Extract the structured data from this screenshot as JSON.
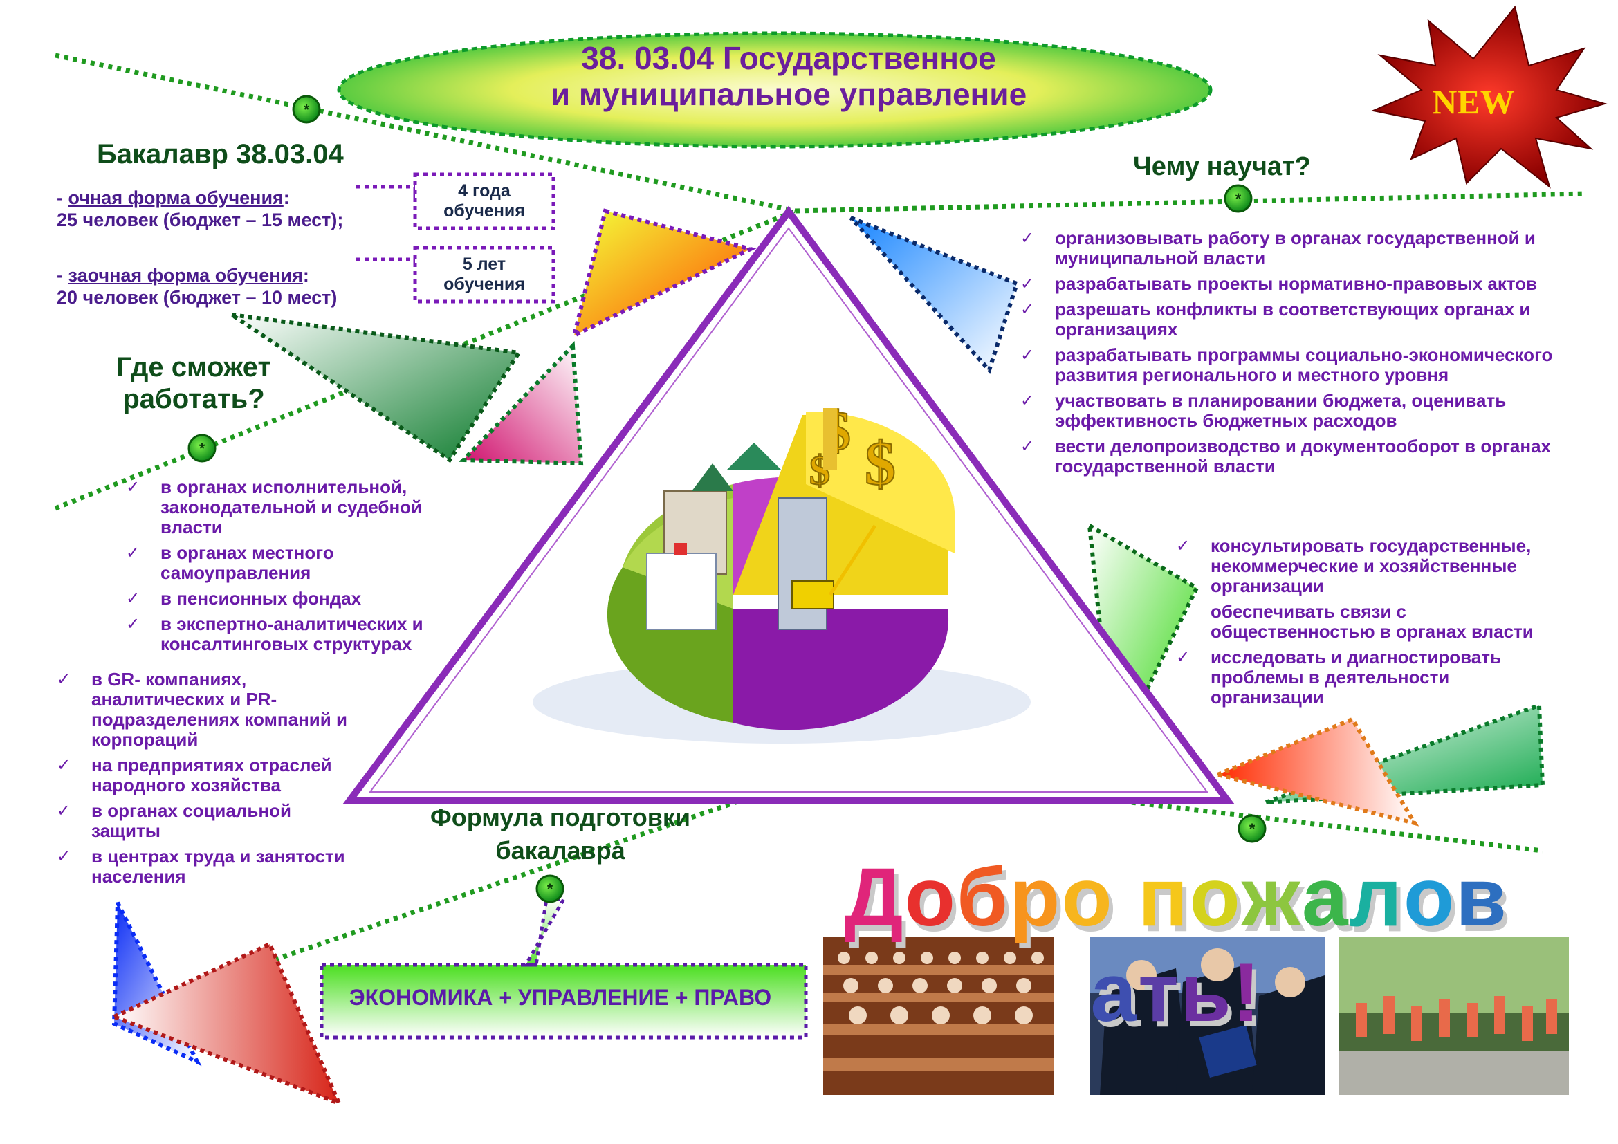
{
  "header": {
    "title_line1": "38. 03.04 Государственное",
    "title_line2": "и муниципальное управление",
    "badge": "NEW"
  },
  "bachelor": {
    "title": "Бакалавр 38.03.04",
    "fulltime_prefix": "- ",
    "fulltime_link": "очная форма обучения",
    "fulltime_suffix": ":",
    "fulltime_count": "25 человек (бюджет – 15 мест);",
    "parttime_prefix": "- ",
    "parttime_link": "заочная форма обучения",
    "parttime_suffix": ":",
    "parttime_count": "20 человек (бюджет – 10 мест)",
    "box1_line1": "4 года",
    "box1_line2": "обучения",
    "box2_line1": "5 лет",
    "box2_line2": "обучения"
  },
  "work": {
    "title_line1": "Где сможет",
    "title_line2": "работать?",
    "list1": [
      "в органах исполнительной, законодательной и судебной власти",
      "в органах местного самоуправления",
      " в пенсионных фондах",
      " в экспертно-аналитических и консалтинговых структурах"
    ],
    "list2": [
      "в GR- компаниях, аналитических и PR-подразделениях компаний и корпораций",
      " на предприятиях отраслей народного хозяйства",
      " в органах социальной защиты",
      " в центрах труда и занятости населения"
    ]
  },
  "learn": {
    "title": "Чему научат?",
    "list1": [
      "организовывать работу в органах государственной и муниципальной власти",
      "разрабатывать проекты нормативно-правовых актов",
      "разрешать конфликты в соответствующих органах и организациях",
      "разрабатывать программы социально-экономического развития регионального и местного уровня",
      "участвовать в планировании бюджета, оценивать эффективность бюджетных расходов",
      "вести делопроизводство и документооборот в органах государственной власти"
    ],
    "list2": [
      "консультировать государственные, некоммерческие и хозяйственные организации",
      "обеспечивать связи с общественностью в органах власти",
      "исследовать и диагностировать проблемы в деятельности организации"
    ],
    "list2_marks": [
      "✓",
      "",
      "✓"
    ]
  },
  "formula": {
    "title_line1": "Формула подготовки",
    "title_line2": "бакалавра",
    "text": "ЭКОНОМИКА + УПРАВЛЕНИЕ + ПРАВО"
  },
  "welcome": {
    "letters": [
      "Д",
      "о",
      "б",
      "р",
      "о",
      " ",
      "п",
      "о",
      "ж",
      "а",
      "л",
      "о",
      "в",
      "а",
      "т",
      "ь",
      "!"
    ],
    "colors": [
      "#e0257a",
      "#e8302e",
      "#f05a23",
      "#f7941d",
      "#f7b51d",
      "#ffffff",
      "#f5c71a",
      "#d4d21c",
      "#8dc63f",
      "#3cb54a",
      "#1ab0a0",
      "#1f9bd7",
      "#2d6fc0",
      "#3e4fb0",
      "#5b3da6",
      "#6b2fa0",
      "#8a2a9e"
    ]
  },
  "check_mark": "✓",
  "node_mark": "*",
  "colors": {
    "title_text": "#6a1e9c",
    "dotted_line": "#1f9a1f",
    "triangle_outline": "#8a2bb8",
    "green_heading": "#0f4d1a",
    "purple_text": "#6a1aa8"
  }
}
